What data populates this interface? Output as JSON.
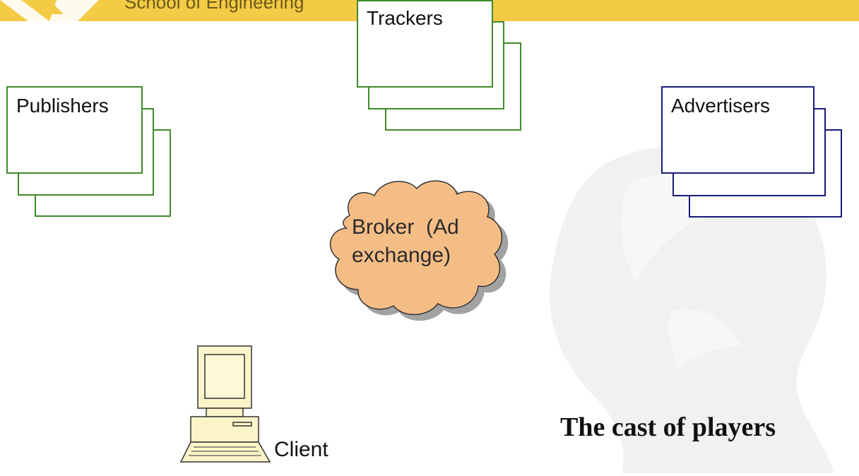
{
  "header": {
    "school_name": "School of Engineering",
    "band_color": "#f4cb45"
  },
  "diagram": {
    "publishers_label": "Publishers",
    "trackers_label": "Trackers",
    "advertisers_label": "Advertisers",
    "broker_label": "Broker  (Ad\nexchange)",
    "client_label": "Client"
  },
  "colors": {
    "publisher_border": "#3f8a2b",
    "tracker_border": "#3f8a2b",
    "advertiser_border": "#1a1a7a",
    "cloud_fill": "#f5bd86"
  },
  "slide": {
    "title": "The cast of players"
  },
  "icons": {
    "client": "computer-icon",
    "broker": "cloud-shape",
    "watermark": "mascot-watermark"
  }
}
